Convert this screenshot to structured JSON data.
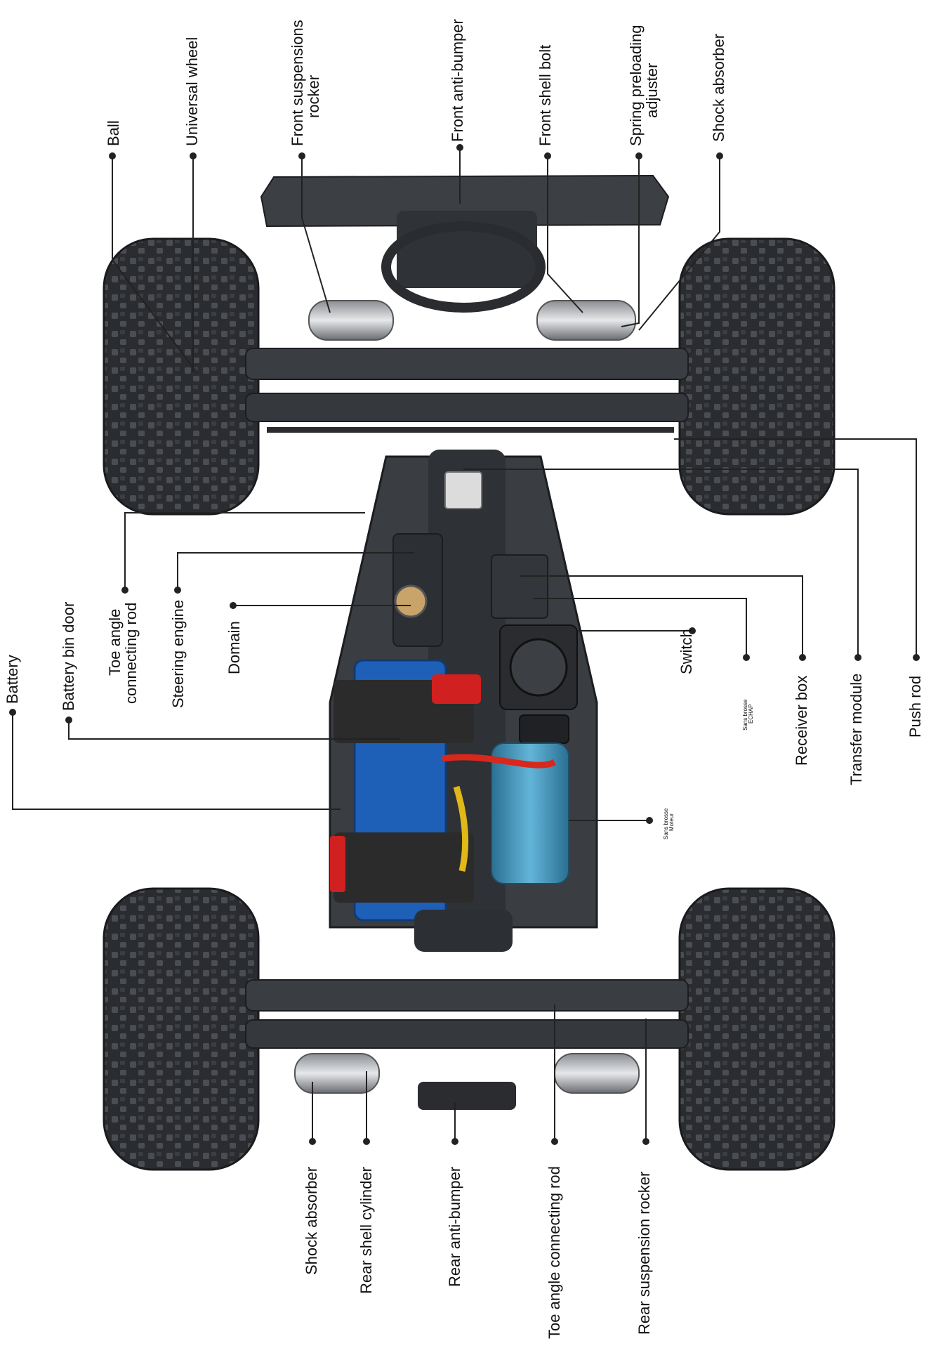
{
  "labels": {
    "ball": "Ball",
    "universal_wheel": "Universal wheel",
    "front_susp_1": "Front suspensions",
    "front_susp_2": "rocker",
    "front_anti_bumper": "Front anti-bumper",
    "front_shell_bolt": "Front shell bolt",
    "spring_1": "Spring preloading",
    "spring_2": "adjuster",
    "shock_front": "Shock absorber",
    "battery": "Battery",
    "battery_bin_door": "Battery bin door",
    "toe_rod_1": "Toe angle",
    "toe_rod_2": "connecting rod",
    "steering_engine": "Steering engine",
    "domain": "Domain",
    "switch": "Switch",
    "sans_brosse_1": "Sans brosse",
    "echap": "ECHAP",
    "receiver_box": "Receiver box",
    "transfer_module": "Transfer module",
    "push_rod": "Push rod",
    "sans_brosse_2": "Sans brosse",
    "moteur": "Moteur",
    "shock_rear": "Shock absorber",
    "rear_shell_cylinder": "Rear shell cylinder",
    "rear_anti_bumper": "Rear anti-bumper",
    "toe_rod_rear": "Toe angle connecting rod",
    "rear_susp_rocker": "Rear suspension rocker"
  },
  "colors": {
    "chassis": "#3a3d42",
    "tire": "#2a2c30",
    "battery": "#1e5fb8",
    "strap": "#2b2b2b",
    "strap_tag": "#d02020",
    "motor": "#3a8fb8",
    "wire_red": "#d8281e",
    "wire_yellow": "#e0b818",
    "leader": "#222222"
  }
}
